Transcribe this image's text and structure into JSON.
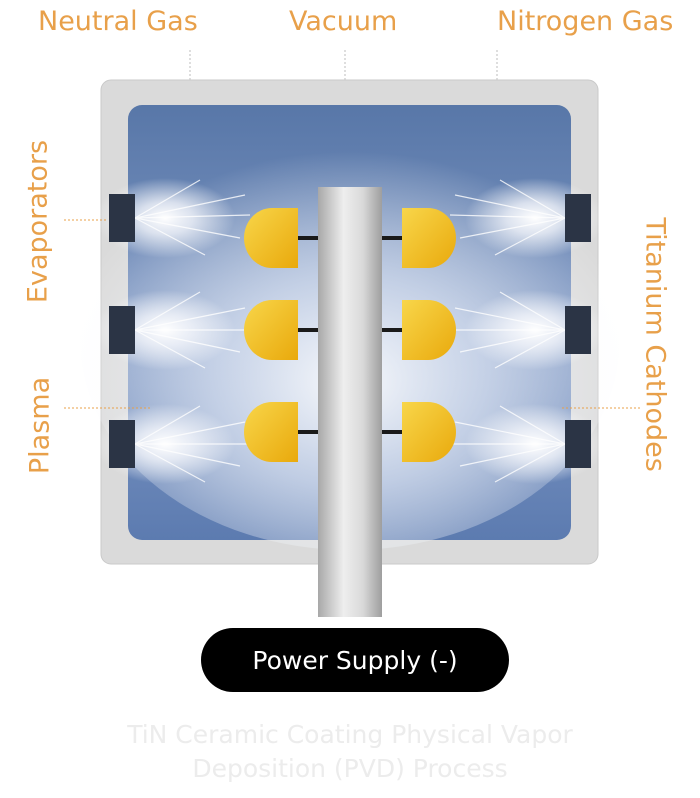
{
  "labels": {
    "neutral_gas": "Neutral Gas",
    "vacuum": "Vacuum",
    "nitrogen_gas": "Nitrogen Gas",
    "evaporators": "Evaporators",
    "plasma": "Plasma",
    "titanium_cathodes": "Titanium Cathodes"
  },
  "power_supply": "Power Supply (-)",
  "caption": {
    "line1": "TiN Ceramic Coating Physical Vapor",
    "line2": "Deposition (PVD) Process"
  },
  "colors": {
    "label": "#e8a04a",
    "chamber_wall": "#d9d9d9",
    "chamber_interior": "#5e7ead",
    "cathode": "#2b3445",
    "part_yellow": "#f4c21c",
    "power_bg": "#000000"
  }
}
